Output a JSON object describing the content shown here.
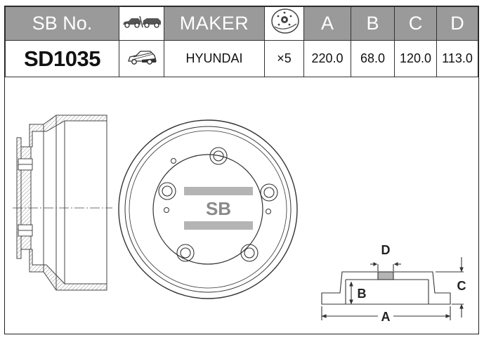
{
  "header": {
    "sb_no_label": "SB No.",
    "maker_label": "MAKER",
    "a_label": "A",
    "b_label": "B",
    "c_label": "C",
    "d_label": "D"
  },
  "row": {
    "sb_no": "SD1035",
    "maker": "HYUNDAI",
    "holes": "×5",
    "a": "220.0",
    "b": "68.0",
    "c": "120.0",
    "d": "113.0"
  },
  "drawing": {
    "brand_mark": "SB",
    "dim_a": "A",
    "dim_b": "B",
    "dim_c": "C",
    "dim_d": "D"
  },
  "icons": {
    "header_vehicles": "car-suv-icon",
    "row_vehicle": "car-side-icon",
    "holes": "drum-holes-icon"
  },
  "colors": {
    "header_bg": "#9a9a9a",
    "brand_bar": "#b4b4b4"
  }
}
